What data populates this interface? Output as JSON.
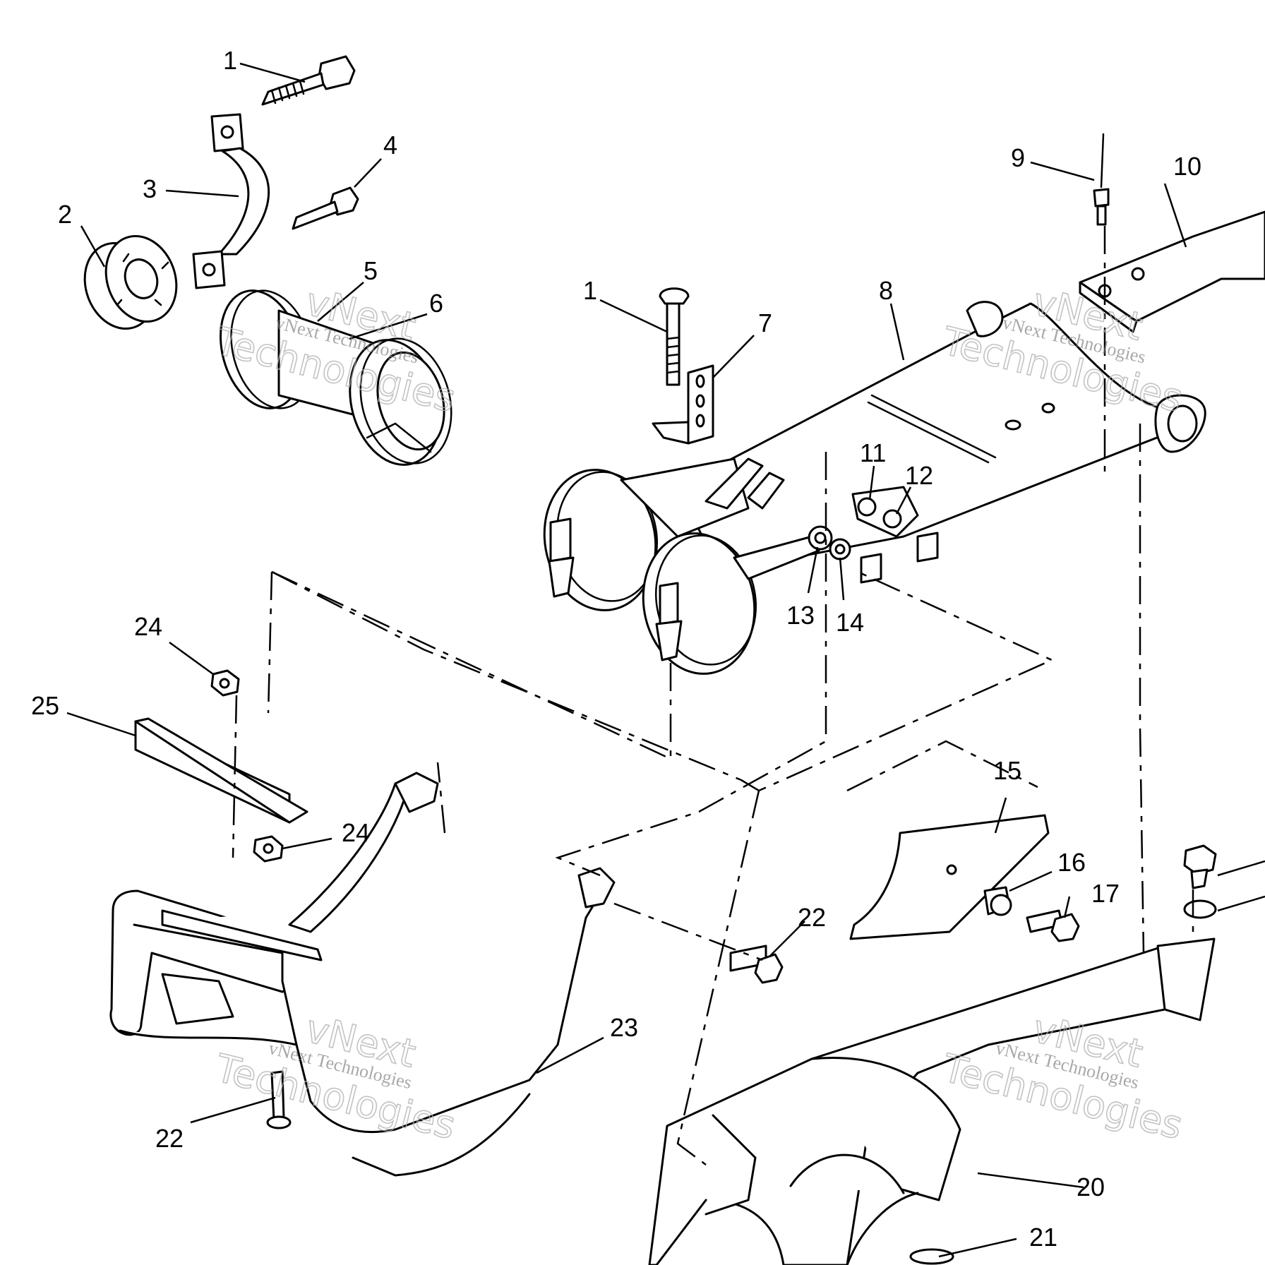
{
  "diagram": {
    "callouts": [
      "1",
      "1",
      "2",
      "3",
      "4",
      "5",
      "6",
      "7",
      "8",
      "9",
      "10",
      "11",
      "12",
      "13",
      "14",
      "15",
      "16",
      "17",
      "20",
      "21",
      "22",
      "22",
      "23",
      "24",
      "24",
      "25"
    ]
  },
  "watermark": {
    "line1": "vNext Technologies",
    "big_top": "vNext",
    "big_bottom": "Technologies"
  }
}
